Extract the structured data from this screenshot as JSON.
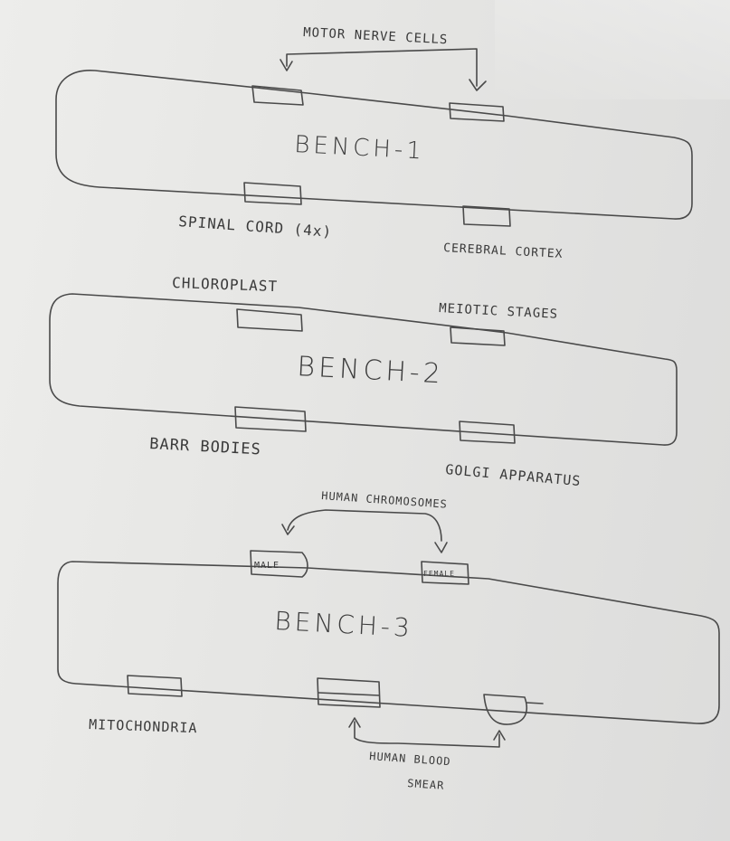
{
  "bench1": {
    "title": "BENCH-1",
    "top_label": "MOTOR NERVE CELLS",
    "label_spinal": "SPINAL CORD (4x)",
    "label_cortex": "CEREBRAL CORTEX"
  },
  "bench2": {
    "title": "BENCH-2",
    "label_chloroplast": "CHLOROPLAST",
    "label_meiotic": "MEIOTIC STAGES",
    "label_barr": "BARR BODIES",
    "label_golgi": "GOLGI APPARATUS"
  },
  "bench3": {
    "title": "BENCH-3",
    "top_label": "HUMAN CHROMOSOMES",
    "slide_male": "MALE",
    "slide_female": "FEMALE",
    "label_mito": "MITOCHONDRIA",
    "label_blood_1": "HUMAN BLOOD",
    "label_blood_2": "SMEAR"
  }
}
